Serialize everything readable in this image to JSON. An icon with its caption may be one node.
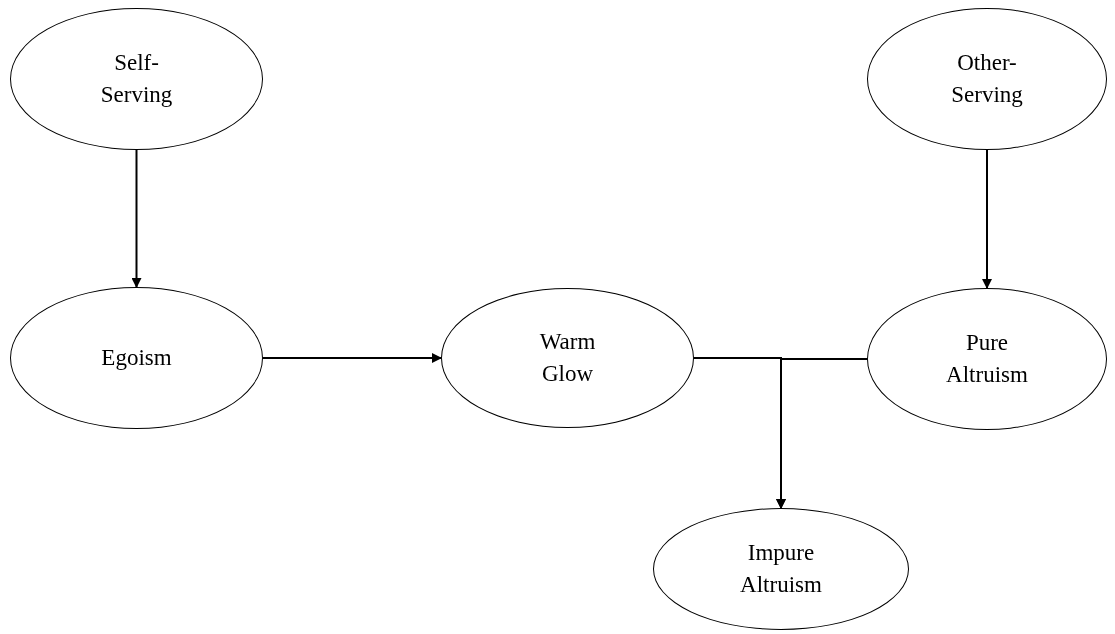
{
  "diagram": {
    "nodes": [
      {
        "text": [
          "Self- Serving"
        ]
      },
      {
        "text": [
          "Other- Serving"
        ]
      },
      {
        "text": [
          "Egoism"
        ]
      },
      {
        "text": [
          "Warm Glow"
        ]
      },
      {
        "text": [
          "Pure Altruism"
        ]
      },
      {
        "text": [
          "Impure Altruism"
        ]
      }
    ],
    "edges": [
      {
        "from": 0,
        "to": 2,
        "arrow": "to"
      },
      {
        "from": 1,
        "to": 4,
        "arrow": "to"
      },
      {
        "from": 2,
        "to": 3,
        "arrow": "to"
      },
      {
        "from": 3,
        "to": 5,
        "arrow": "to"
      },
      {
        "from": 4,
        "to": 5,
        "arrow": "to"
      }
    ]
  }
}
